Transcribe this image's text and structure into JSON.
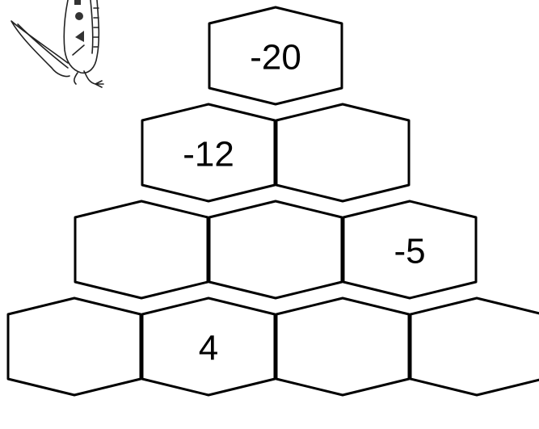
{
  "puzzle": {
    "rows": [
      [
        {
          "value": "-20"
        }
      ],
      [
        {
          "value": "-12"
        },
        {
          "value": ""
        }
      ],
      [
        {
          "value": ""
        },
        {
          "value": ""
        },
        {
          "value": "-5"
        }
      ],
      [
        {
          "value": ""
        },
        {
          "value": "4"
        },
        {
          "value": ""
        },
        {
          "value": ""
        }
      ]
    ]
  },
  "colors": {
    "stroke": "#000000",
    "fill": "#ffffff",
    "text": "#000000"
  },
  "logo": {
    "icon": "lizard-mascot-icon"
  }
}
